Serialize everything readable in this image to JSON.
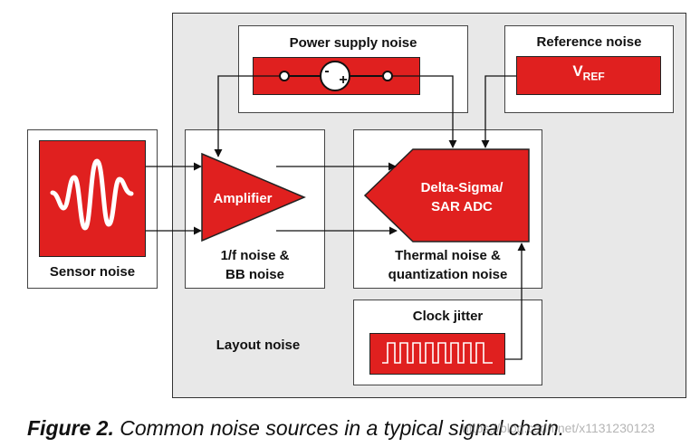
{
  "blocks": {
    "sensor": {
      "label": "Sensor noise"
    },
    "power": {
      "label": "Power supply noise",
      "minus": "-",
      "plus": "+"
    },
    "reference": {
      "label": "Reference noise",
      "vref_main": "V",
      "vref_sub": "REF"
    },
    "amplifier": {
      "name": "Amplifier",
      "label_line1": "1/f noise &",
      "label_line2": "BB noise"
    },
    "adc": {
      "name_line1": "Delta-Sigma/",
      "name_line2": "SAR ADC",
      "label_line1": "Thermal noise &",
      "label_line2": "quantization noise"
    },
    "clock": {
      "label": "Clock jitter"
    },
    "layout": {
      "label": "Layout noise"
    }
  },
  "caption": {
    "prefix": "Figure 2.",
    "text": " Common noise sources in a typical signal chain."
  },
  "watermark": "https://blog.csdn.net/x1131230123",
  "colors": {
    "accent": "#e0201f",
    "panel": "#e8e8e8"
  }
}
